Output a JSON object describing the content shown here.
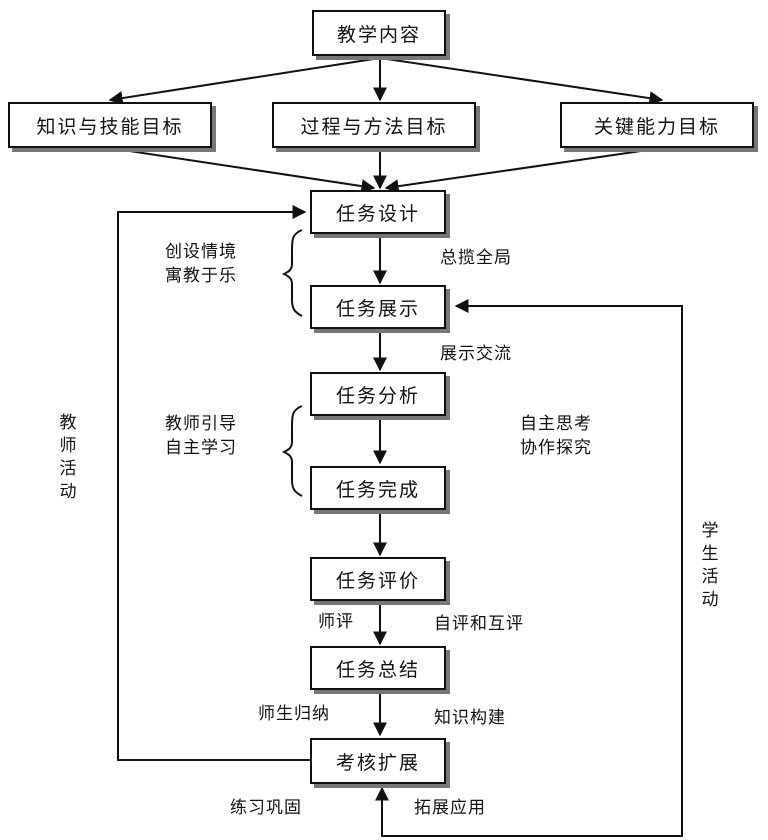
{
  "nodes": {
    "content": "教学内容",
    "goal_knowledge": "知识与技能目标",
    "goal_process": "过程与方法目标",
    "goal_ability": "关键能力目标",
    "design": "任务设计",
    "display": "任务展示",
    "analysis": "任务分析",
    "complete": "任务完成",
    "evaluate": "任务评价",
    "summary": "任务总结",
    "extend": "考核扩展"
  },
  "labels": {
    "situation_1": "创设情境",
    "situation_2": "寓教于乐",
    "overview": "总揽全局",
    "exchange": "展示交流",
    "guide_1": "教师引导",
    "guide_2": "自主学习",
    "explore_1": "自主思考",
    "explore_2": "协作探究",
    "teacher_eval": "师评",
    "self_eval": "自评和互评",
    "induction": "师生归纳",
    "construct": "知识构建",
    "practice": "练习巩固",
    "apply": "拓展应用"
  },
  "side_labels": {
    "teacher": "教师活动",
    "student": "学生活动"
  }
}
